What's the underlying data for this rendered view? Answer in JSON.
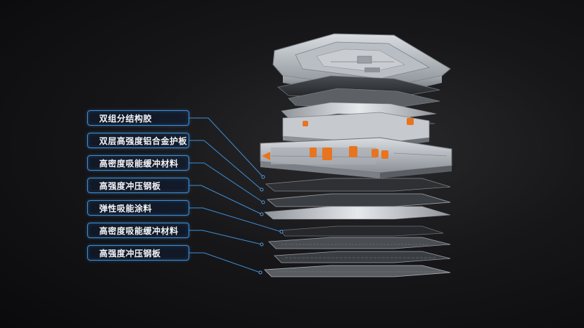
{
  "labels": [
    {
      "text": "双组分结构胶"
    },
    {
      "text": "双层高强度铝合金护板"
    },
    {
      "text": "高密度吸能缓冲材料"
    },
    {
      "text": "高强度冲压钢板"
    },
    {
      "text": "弹性吸能涂料"
    },
    {
      "text": "高密度吸能缓冲材料"
    },
    {
      "text": "高强度冲压钢板"
    }
  ],
  "colors": {
    "leader_line": "#3f8fd6",
    "box_border": "#3f8fd6",
    "accent_orange": "#e8741f",
    "background": "#141416"
  }
}
